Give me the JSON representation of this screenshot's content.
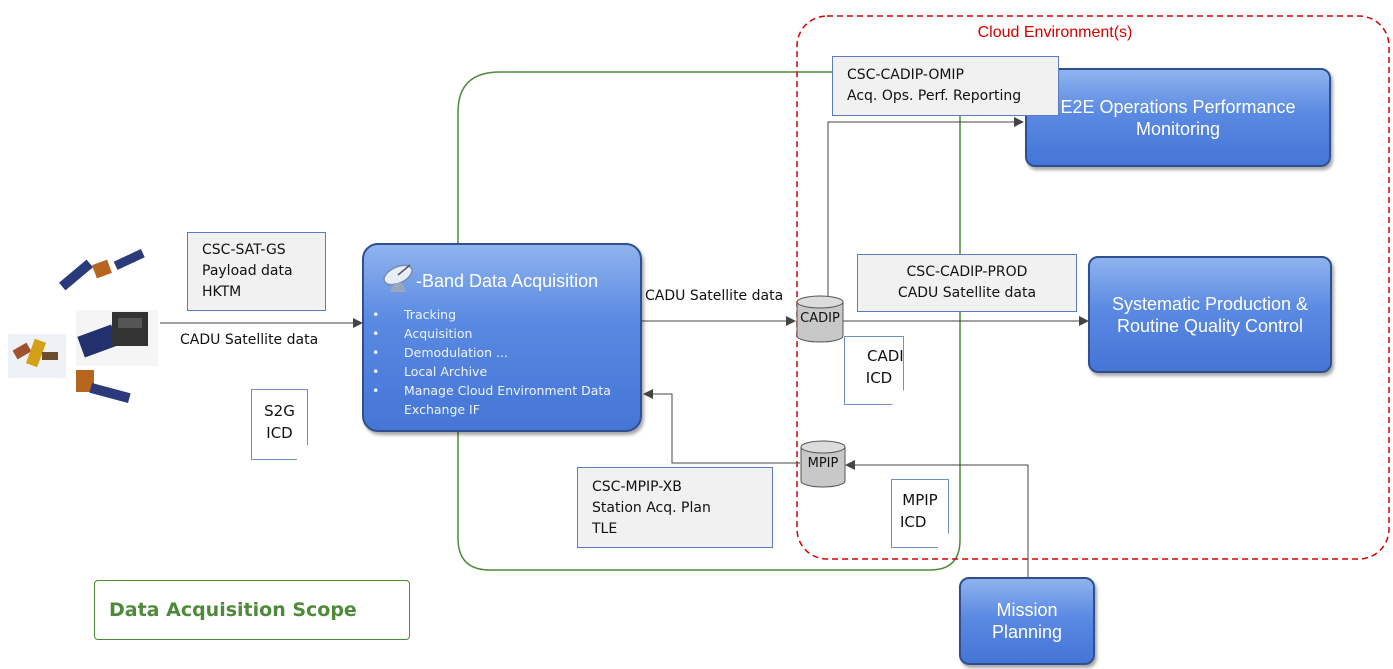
{
  "cloud": {
    "label": "Cloud Environment(s)",
    "border_color": "#d40000"
  },
  "scope": {
    "label": "Data Acquisition Scope",
    "color": "#4e8a3a"
  },
  "acquisition": {
    "title": "-Band Data Acquisition",
    "items": [
      "Tracking",
      "Acquisition",
      "Demodulation ...",
      "Local Archive",
      "Manage Cloud Environment Data",
      "Exchange IF"
    ],
    "icon": "satellite-dish-icon"
  },
  "systems": {
    "e2e": "E2E  Operations Performance Monitoring",
    "production": "Systematic Production & Routine Quality Control",
    "mission": "Mission Planning"
  },
  "interfaces": {
    "sat_gs": [
      "CSC-SAT-GS",
      "Payload data",
      "HKTM"
    ],
    "omip": [
      "CSC-CADIP-OMIP",
      "Acq. Ops. Perf. Reporting"
    ],
    "prod": [
      "CSC-CADIP-PROD",
      "CADU Satellite data"
    ],
    "mpip_xb": [
      "CSC-MPIP-XB",
      "Station Acq. Plan",
      "TLE"
    ]
  },
  "documents": {
    "s2g": [
      "S2G",
      "ICD"
    ],
    "cadip": [
      "CADIP",
      "ICD"
    ],
    "mpip": [
      "MPIP",
      "ICD"
    ]
  },
  "flows": {
    "sat_to_acq": "CADU Satellite data",
    "acq_to_cadip": "CADU Satellite data"
  },
  "stores": {
    "cadip": "CADIP",
    "mpip": "MPIP"
  },
  "satellites_icon": "satellites-icon"
}
